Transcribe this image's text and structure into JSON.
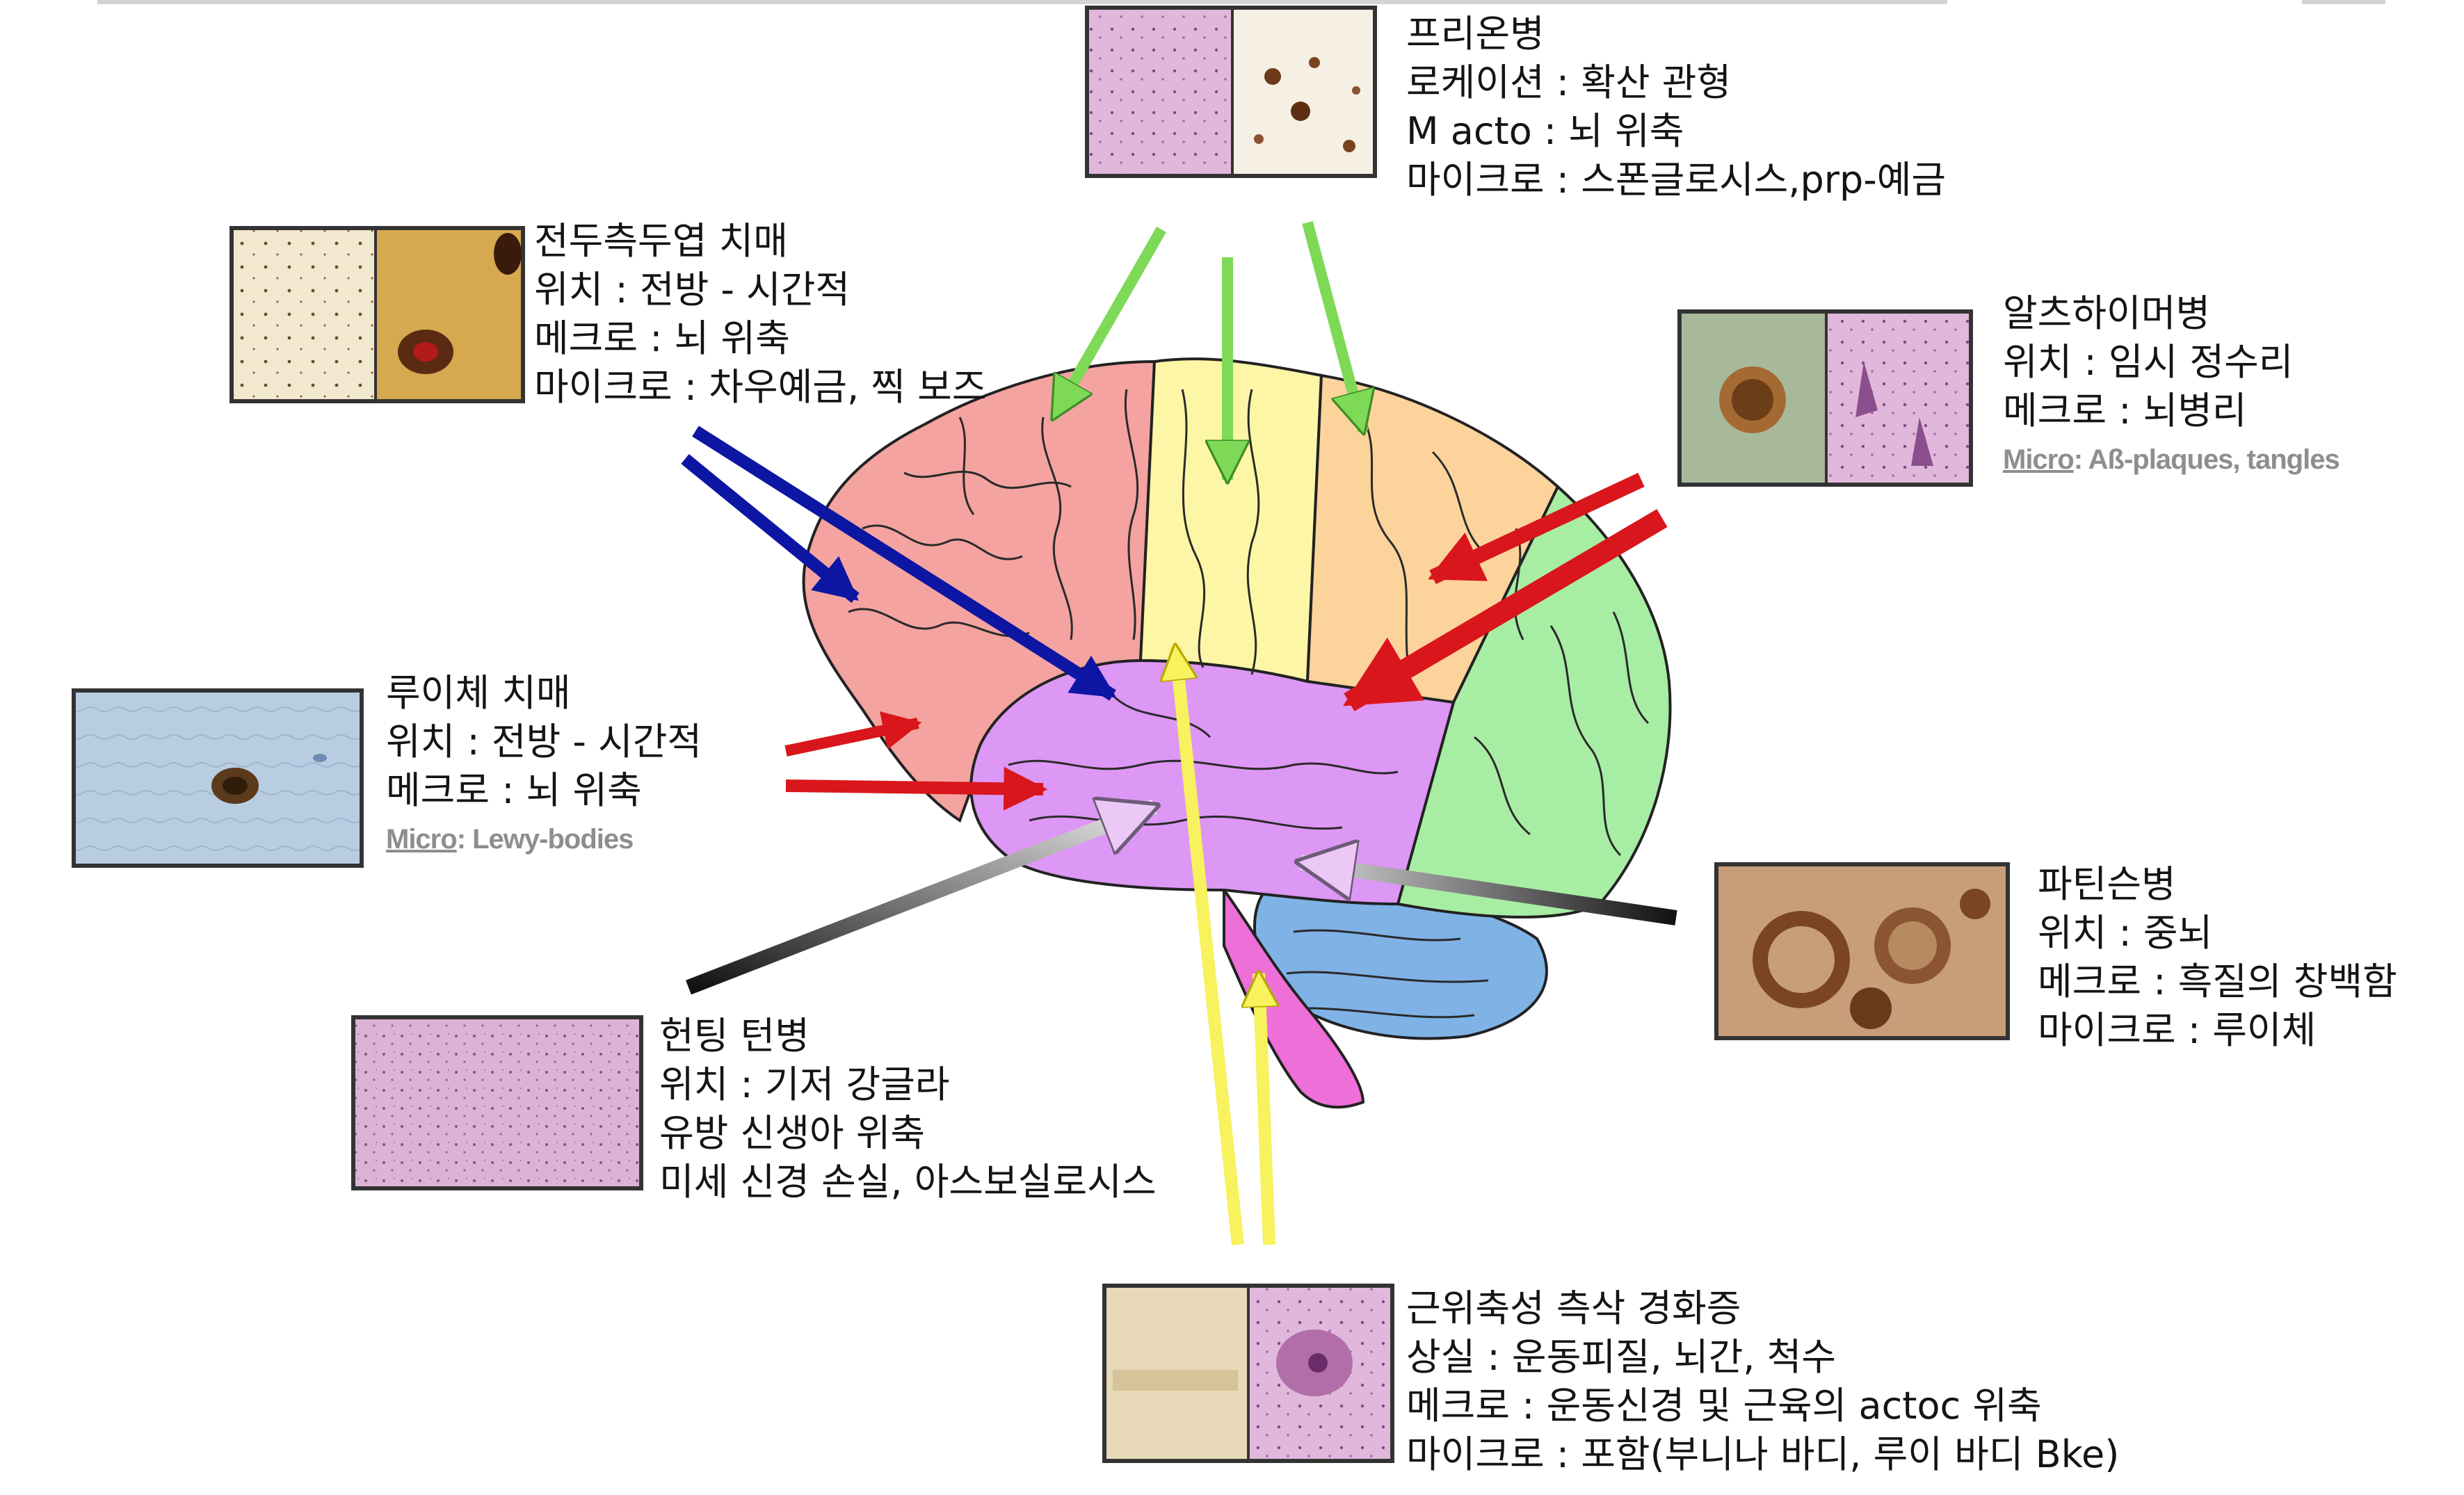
{
  "diseases": {
    "prion": {
      "name": "프리온병",
      "location": "로케이션 : 확산 관형",
      "macro": "M acto : 뇌 위축",
      "micro": "마이크로 : 스폰글로시스,prp-예금"
    },
    "ftd": {
      "name": "전두측두엽 치매",
      "location": "위치 : 전방 - 시간적",
      "macro": "메크로 : 뇌 위축",
      "micro": "마이크로 : 차우예금, 찍 보즈"
    },
    "alzheimer": {
      "name": "알츠하이머병",
      "location": "위치 : 임시 정수리",
      "macro": "메크로 : 뇌병리",
      "micro_label": "Micro",
      "micro_text": ": Aß-plaques, tangles"
    },
    "lewy": {
      "name": "루이체 치매",
      "location": "위치 : 전방 - 시간적",
      "macro": "메크로 : 뇌 위축",
      "micro_label": "Micro",
      "micro_text": ": Lewy-bodies"
    },
    "parkinson": {
      "name": "파틴슨병",
      "location": "위치 : 중뇌",
      "macro": "메크로 : 흑질의 창백함",
      "micro": "마이크로 : 루이체"
    },
    "huntington": {
      "name": "헌팅 턴병",
      "location": "위치 : 기저 강글라",
      "macro": "유방 신생아 위축",
      "micro": "미세 신경 손실, 아스보실로시스"
    },
    "als": {
      "name": "근위축성 측삭 경화증",
      "location": "상실 : 운동피질, 뇌간, 척수",
      "macro": "메크로 : 운동신경 및 근육의 actoc 위축",
      "micro": "마이크로 : 포함(부니나 바디, 루이 바디 Bke)"
    }
  },
  "colors": {
    "frontal": "#f4a3a0",
    "parietal_front": "#fdf6a6",
    "parietal": "#fdd39c",
    "occipital": "#a8eda4",
    "temporal": "#dd97f5",
    "cerebellum": "#7fb3e6",
    "brainstem": "#ee6fd8",
    "arrow_green": "#7ed957",
    "arrow_red": "#d9161b",
    "arrow_blue": "#0d15a3",
    "arrow_yellow": "#f7f25e"
  }
}
